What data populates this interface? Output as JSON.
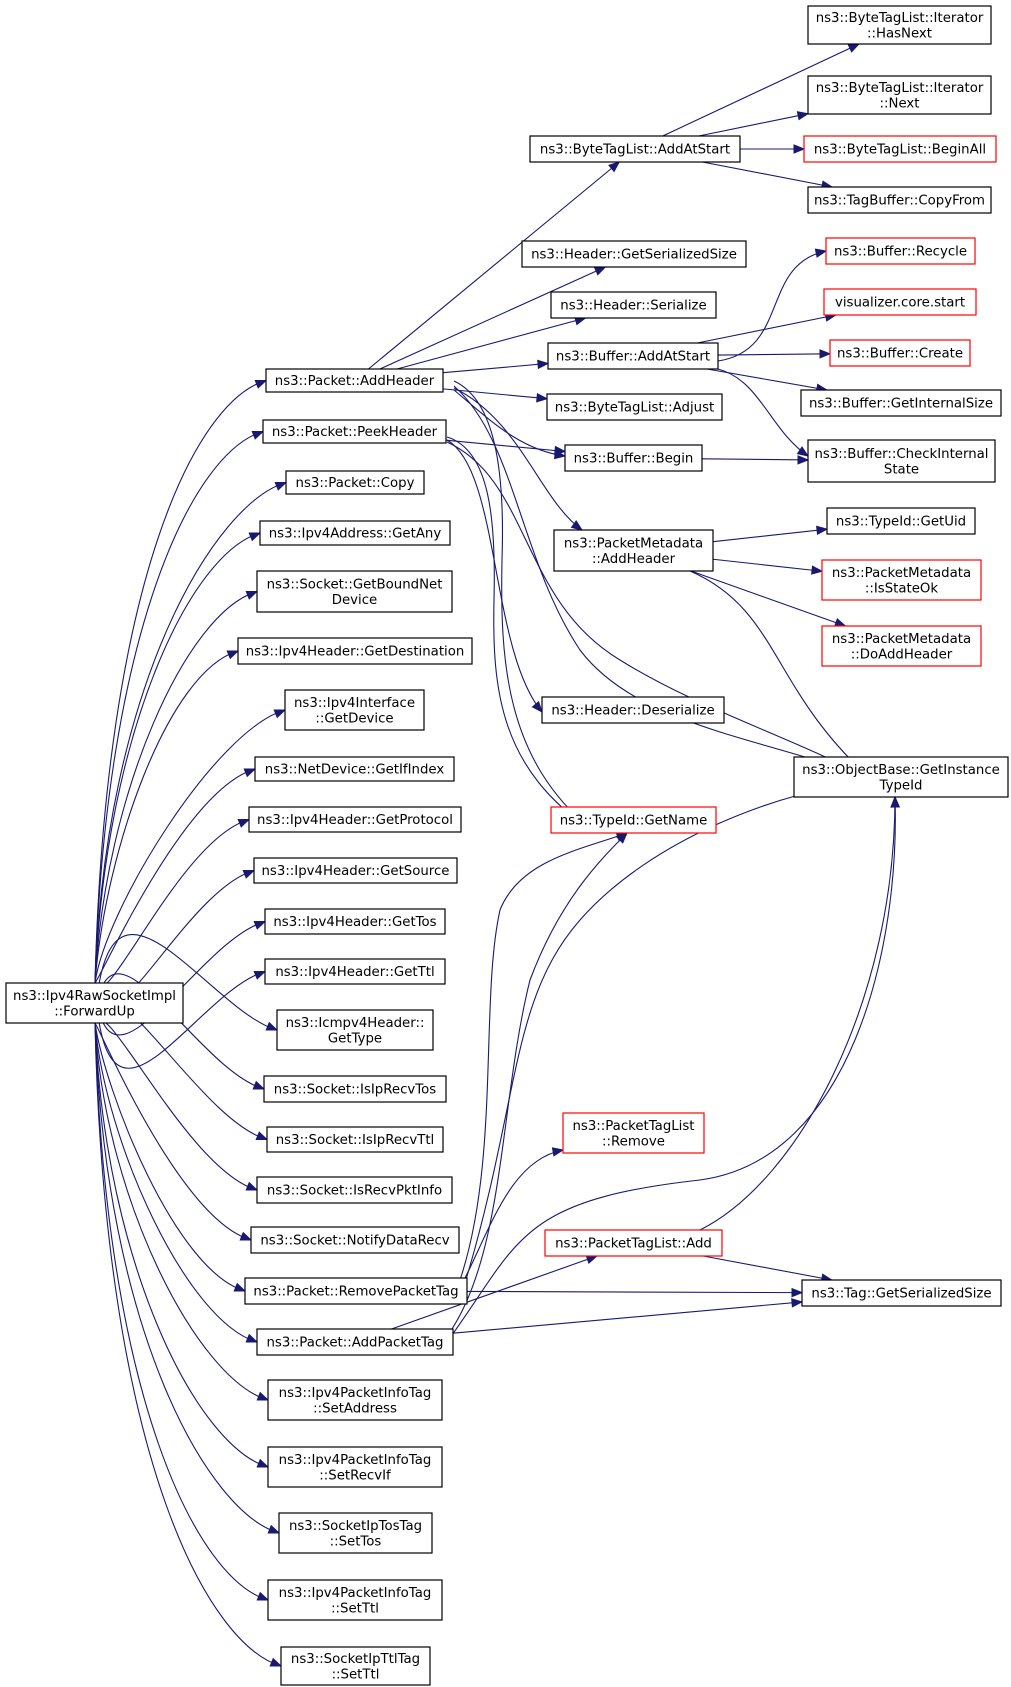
{
  "colors": {
    "edge": "#191970",
    "root_fill": "#bfbfbf",
    "node_stroke": "#000000",
    "truncated_stroke": "#ff0000",
    "text": "#000000"
  },
  "graph": {
    "nodes": [
      {
        "id": "root",
        "lines": [
          "ns3::Ipv4RawSocketImpl",
          "::ForwardUp"
        ],
        "root": true
      },
      {
        "id": "pkt_addheader",
        "lines": [
          "ns3::Packet::AddHeader"
        ]
      },
      {
        "id": "pkt_peekheader",
        "lines": [
          "ns3::Packet::PeekHeader"
        ]
      },
      {
        "id": "pkt_copy",
        "lines": [
          "ns3::Packet::Copy"
        ]
      },
      {
        "id": "ipv4addr_getany",
        "lines": [
          "ns3::Ipv4Address::GetAny"
        ]
      },
      {
        "id": "sock_getboundnetdev",
        "lines": [
          "ns3::Socket::GetBoundNet",
          "Device"
        ]
      },
      {
        "id": "ipv4h_getdest",
        "lines": [
          "ns3::Ipv4Header::GetDestination"
        ]
      },
      {
        "id": "ipv4if_getdevice",
        "lines": [
          "ns3::Ipv4Interface",
          "::GetDevice"
        ]
      },
      {
        "id": "netdev_getifindex",
        "lines": [
          "ns3::NetDevice::GetIfIndex"
        ]
      },
      {
        "id": "ipv4h_getprotocol",
        "lines": [
          "ns3::Ipv4Header::GetProtocol"
        ]
      },
      {
        "id": "ipv4h_getsource",
        "lines": [
          "ns3::Ipv4Header::GetSource"
        ]
      },
      {
        "id": "ipv4h_gettos",
        "lines": [
          "ns3::Ipv4Header::GetTos"
        ]
      },
      {
        "id": "ipv4h_getttl",
        "lines": [
          "ns3::Ipv4Header::GetTtl"
        ]
      },
      {
        "id": "icmp4h_gettype",
        "lines": [
          "ns3::Icmpv4Header::",
          "GetType"
        ]
      },
      {
        "id": "sock_isiprecvtos",
        "lines": [
          "ns3::Socket::IsIpRecvTos"
        ]
      },
      {
        "id": "sock_isiprecvttl",
        "lines": [
          "ns3::Socket::IsIpRecvTtl"
        ]
      },
      {
        "id": "sock_isrecvpktinfo",
        "lines": [
          "ns3::Socket::IsRecvPktInfo"
        ]
      },
      {
        "id": "sock_notifydatarecv",
        "lines": [
          "ns3::Socket::NotifyDataRecv"
        ]
      },
      {
        "id": "pkt_removepackettag",
        "lines": [
          "ns3::Packet::RemovePacketTag"
        ]
      },
      {
        "id": "pkt_addpackettag",
        "lines": [
          "ns3::Packet::AddPacketTag"
        ]
      },
      {
        "id": "ipv4pit_setaddress",
        "lines": [
          "ns3::Ipv4PacketInfoTag",
          "::SetAddress"
        ]
      },
      {
        "id": "ipv4pit_setrecvif",
        "lines": [
          "ns3::Ipv4PacketInfoTag",
          "::SetRecvIf"
        ]
      },
      {
        "id": "sockiptostag_settos",
        "lines": [
          "ns3::SocketIpTosTag",
          "::SetTos"
        ]
      },
      {
        "id": "ipv4pit_setttl",
        "lines": [
          "ns3::Ipv4PacketInfoTag",
          "::SetTtl"
        ]
      },
      {
        "id": "sockipttltag_setttl",
        "lines": [
          "ns3::SocketIpTtlTag",
          "::SetTtl"
        ]
      },
      {
        "id": "btl_addatstart",
        "lines": [
          "ns3::ByteTagList::AddAtStart"
        ]
      },
      {
        "id": "hdr_getserializedsize",
        "lines": [
          "ns3::Header::GetSerializedSize"
        ]
      },
      {
        "id": "hdr_serialize",
        "lines": [
          "ns3::Header::Serialize"
        ]
      },
      {
        "id": "buf_addatstart",
        "lines": [
          "ns3::Buffer::AddAtStart"
        ]
      },
      {
        "id": "btl_adjust",
        "lines": [
          "ns3::ByteTagList::Adjust"
        ]
      },
      {
        "id": "buf_begin",
        "lines": [
          "ns3::Buffer::Begin"
        ]
      },
      {
        "id": "pm_addheader",
        "lines": [
          "ns3::PacketMetadata",
          "::AddHeader"
        ]
      },
      {
        "id": "hdr_deserialize",
        "lines": [
          "ns3::Header::Deserialize"
        ]
      },
      {
        "id": "typeid_getname",
        "lines": [
          "ns3::TypeId::GetName"
        ],
        "truncated": true
      },
      {
        "id": "ptl_remove",
        "lines": [
          "ns3::PacketTagList",
          "::Remove"
        ],
        "truncated": true
      },
      {
        "id": "ptl_add",
        "lines": [
          "ns3::PacketTagList::Add"
        ],
        "truncated": true
      },
      {
        "id": "btli_hasnext",
        "lines": [
          "ns3::ByteTagList::Iterator",
          "::HasNext"
        ]
      },
      {
        "id": "btli_next",
        "lines": [
          "ns3::ByteTagList::Iterator",
          "::Next"
        ]
      },
      {
        "id": "btl_beginall",
        "lines": [
          "ns3::ByteTagList::BeginAll"
        ],
        "truncated": true
      },
      {
        "id": "tagbuf_copyfrom",
        "lines": [
          "ns3::TagBuffer::CopyFrom"
        ]
      },
      {
        "id": "buf_recycle",
        "lines": [
          "ns3::Buffer::Recycle"
        ],
        "truncated": true
      },
      {
        "id": "viz_start",
        "lines": [
          "visualizer.core.start"
        ],
        "truncated": true
      },
      {
        "id": "buf_create",
        "lines": [
          "ns3::Buffer::Create"
        ],
        "truncated": true
      },
      {
        "id": "buf_getinternalsize",
        "lines": [
          "ns3::Buffer::GetInternalSize"
        ]
      },
      {
        "id": "buf_checkinternalstate",
        "lines": [
          "ns3::Buffer::CheckInternal",
          "State"
        ]
      },
      {
        "id": "typeid_getuid",
        "lines": [
          "ns3::TypeId::GetUid"
        ]
      },
      {
        "id": "pm_isstateok",
        "lines": [
          "ns3::PacketMetadata",
          "::IsStateOk"
        ],
        "truncated": true
      },
      {
        "id": "pm_doaddheader",
        "lines": [
          "ns3::PacketMetadata",
          "::DoAddHeader"
        ],
        "truncated": true
      },
      {
        "id": "ob_getinstancetypeid",
        "lines": [
          "ns3::ObjectBase::GetInstance",
          "TypeId"
        ]
      },
      {
        "id": "tag_getserializedsize",
        "lines": [
          "ns3::Tag::GetSerializedSize"
        ]
      }
    ],
    "edges": [
      [
        "root",
        "pkt_addheader"
      ],
      [
        "root",
        "pkt_peekheader"
      ],
      [
        "root",
        "pkt_copy"
      ],
      [
        "root",
        "ipv4addr_getany"
      ],
      [
        "root",
        "sock_getboundnetdev"
      ],
      [
        "root",
        "ipv4h_getdest"
      ],
      [
        "root",
        "ipv4if_getdevice"
      ],
      [
        "root",
        "netdev_getifindex"
      ],
      [
        "root",
        "ipv4h_getprotocol"
      ],
      [
        "root",
        "ipv4h_getsource"
      ],
      [
        "root",
        "ipv4h_gettos"
      ],
      [
        "root",
        "ipv4h_getttl"
      ],
      [
        "root",
        "icmp4h_gettype"
      ],
      [
        "root",
        "sock_isiprecvtos"
      ],
      [
        "root",
        "sock_isiprecvttl"
      ],
      [
        "root",
        "sock_isrecvpktinfo"
      ],
      [
        "root",
        "sock_notifydatarecv"
      ],
      [
        "root",
        "pkt_removepackettag"
      ],
      [
        "root",
        "pkt_addpackettag"
      ],
      [
        "root",
        "ipv4pit_setaddress"
      ],
      [
        "root",
        "ipv4pit_setrecvif"
      ],
      [
        "root",
        "sockiptostag_settos"
      ],
      [
        "root",
        "ipv4pit_setttl"
      ],
      [
        "root",
        "sockipttltag_setttl"
      ],
      [
        "pkt_addheader",
        "btl_addatstart"
      ],
      [
        "pkt_addheader",
        "hdr_getserializedsize"
      ],
      [
        "pkt_addheader",
        "hdr_serialize"
      ],
      [
        "pkt_addheader",
        "buf_addatstart"
      ],
      [
        "pkt_addheader",
        "btl_adjust"
      ],
      [
        "pkt_addheader",
        "buf_begin"
      ],
      [
        "pkt_addheader",
        "pm_addheader"
      ],
      [
        "pkt_addheader",
        "typeid_getname"
      ],
      [
        "pkt_addheader",
        "ob_getinstancetypeid"
      ],
      [
        "pkt_peekheader",
        "buf_begin"
      ],
      [
        "pkt_peekheader",
        "hdr_deserialize"
      ],
      [
        "pkt_peekheader",
        "typeid_getname"
      ],
      [
        "pkt_peekheader",
        "ob_getinstancetypeid"
      ],
      [
        "btl_addatstart",
        "btli_hasnext"
      ],
      [
        "btl_addatstart",
        "btli_next"
      ],
      [
        "btl_addatstart",
        "btl_beginall"
      ],
      [
        "btl_addatstart",
        "tagbuf_copyfrom"
      ],
      [
        "buf_addatstart",
        "buf_recycle"
      ],
      [
        "buf_addatstart",
        "viz_start"
      ],
      [
        "buf_addatstart",
        "buf_create"
      ],
      [
        "buf_addatstart",
        "buf_getinternalsize"
      ],
      [
        "buf_addatstart",
        "buf_checkinternalstate"
      ],
      [
        "buf_begin",
        "buf_checkinternalstate"
      ],
      [
        "pm_addheader",
        "typeid_getuid"
      ],
      [
        "pm_addheader",
        "pm_isstateok"
      ],
      [
        "pm_addheader",
        "pm_doaddheader"
      ],
      [
        "pm_addheader",
        "ob_getinstancetypeid"
      ],
      [
        "pkt_removepackettag",
        "typeid_getname"
      ],
      [
        "pkt_removepackettag",
        "ob_getinstancetypeid"
      ],
      [
        "pkt_removepackettag",
        "ptl_remove"
      ],
      [
        "pkt_removepackettag",
        "tag_getserializedsize"
      ],
      [
        "pkt_addpackettag",
        "typeid_getname"
      ],
      [
        "pkt_addpackettag",
        "ob_getinstancetypeid"
      ],
      [
        "pkt_addpackettag",
        "ptl_add"
      ],
      [
        "pkt_addpackettag",
        "tag_getserializedsize"
      ],
      [
        "ptl_add",
        "ob_getinstancetypeid"
      ],
      [
        "ptl_add",
        "tag_getserializedsize"
      ]
    ]
  }
}
